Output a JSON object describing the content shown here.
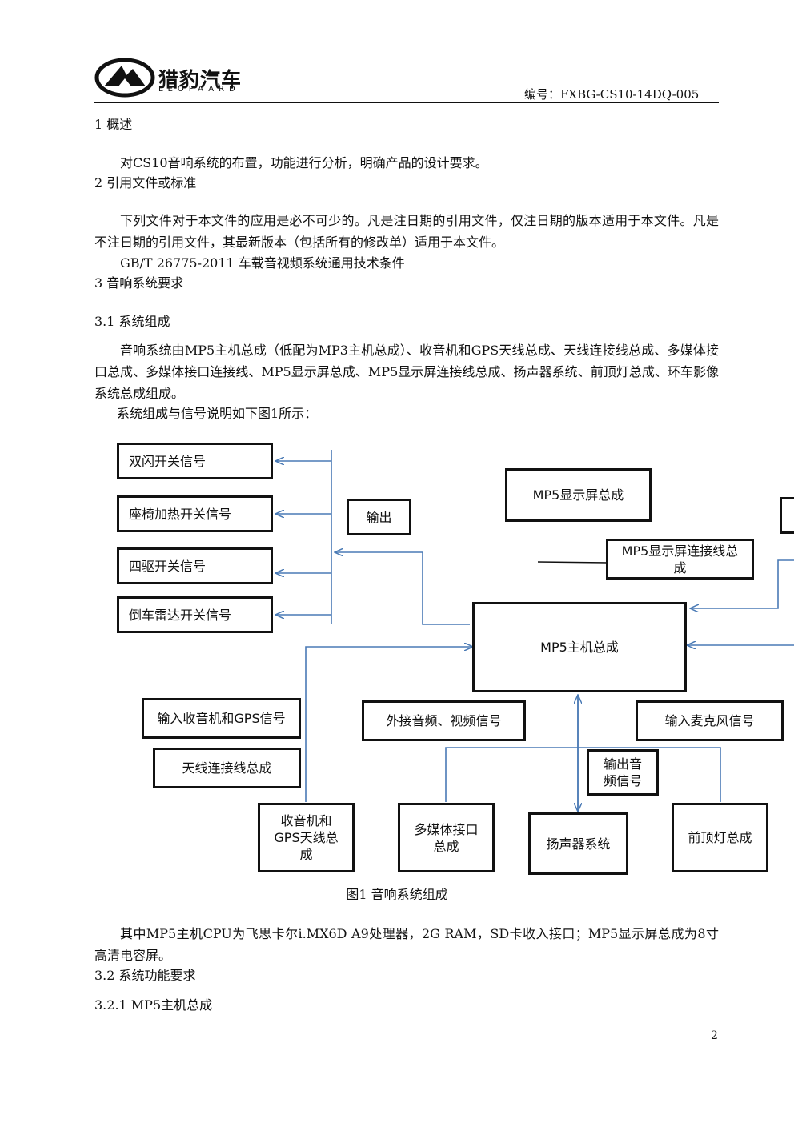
{
  "header": {
    "logo_cn": "猎豹汽车",
    "logo_en": "LEOPAARD",
    "doc_number": "编号：FXBG-CS10-14DQ-005"
  },
  "sections": {
    "s1_title": "1 概述",
    "s1_body": "对CS10音响系统的布置，功能进行分析，明确产品的设计要求。",
    "s2_title": "2 引用文件或标准",
    "s2_body": "下列文件对于本文件的应用是必不可少的。凡是注日期的引用文件，仅注日期的版本适用于本文件。凡是不注日期的引用文件，其最新版本（包括所有的修改单）适用于本文件。",
    "s2_standard": "GB/T 26775-2011 车载音视频系统通用技术条件",
    "s3_title": "3 音响系统要求",
    "s31_title": "3.1 系统组成",
    "s31_body": "音响系统由MP5主机总成（低配为MP3主机总成）、收音机和GPS天线总成、天线连接线总成、多媒体接口总成、多媒体接口连接线、MP5显示屏总成、MP5显示屏连接线总成、扬声器系统、前顶灯总成、环车影像系统总成组成。",
    "s31_figure_intro": "系统组成与信号说明如下图1所示：",
    "figure_caption": "图1 音响系统组成",
    "cpu_body": "其中MP5主机CPU为飞思卡尔i.MX6D A9处理器，2G RAM，SD卡收入接口；MP5显示屏总成为8寸高清电容屏。",
    "s32_title": "3.2 系统功能要求",
    "s321_title": "3.2.1 MP5主机总成"
  },
  "diagram": {
    "hazard_switch": "双闪开关信号",
    "seat_heat_switch": "座椅加热开关信号",
    "awd_switch": "四驱开关信号",
    "reverse_radar_switch": "倒车雷达开关信号",
    "output": "输出",
    "display": "MP5显示屏总成",
    "display_harness": "MP5显示屏连接线总成",
    "head_unit": "MP5主机总成",
    "radio_gps_input": "输入收音机和GPS信号",
    "antenna_harness": "天线连接线总成",
    "ext_av": "外接音频、视频信号",
    "mic_input": "输入麦克风信号",
    "audio_output": "输出音频信号",
    "radio_gps_antenna": "收音机和GPS天线总成",
    "media_interface": "多媒体接口总成",
    "speakers": "扬声器系统",
    "dome_light": "前顶灯总成",
    "line_color": "#4a7ab5"
  },
  "footer": {
    "page_number": "2"
  }
}
